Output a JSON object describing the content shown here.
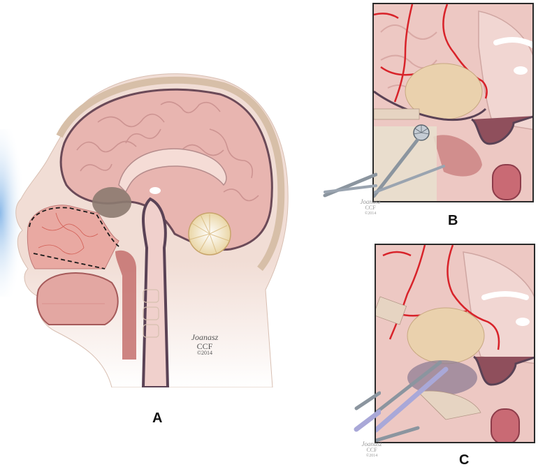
{
  "figure": {
    "panels": [
      {
        "id": "A",
        "label": "A",
        "description": "Sagittal section of head showing brain, pituitary tumor, nasal cavity with dashed outline of nasoseptal flap",
        "signature": {
          "name": "Joanasz",
          "org": "CCF",
          "year": "©2014"
        }
      },
      {
        "id": "B",
        "label": "B",
        "description": "Close-up: drill burr opening sella floor beneath tumor via transsphenoidal approach",
        "signature": {
          "name": "Joanasz",
          "org": "CCF",
          "year": "©2014"
        }
      },
      {
        "id": "C",
        "label": "C",
        "description": "Close-up: instruments removing pituitary tumor through opened sella",
        "signature": {
          "name": "Joanasz",
          "org": "CCF",
          "year": "©2014"
        }
      }
    ],
    "colors": {
      "brain": "#e8b5b0",
      "brain_fold": "#c98f8d",
      "skull": "#e6d3c4",
      "tumor": "#e8d0b0",
      "tumor_dark": "#8c7a70",
      "artery": "#d8232a",
      "ventricle": "#5a4255",
      "cerebellum": "#f0e0b8",
      "instrument": "#9aa4b0",
      "instrument_blue": "#a9a8d8",
      "frame": "#2a2a2a",
      "face_glow": "#9cc4ea"
    }
  }
}
